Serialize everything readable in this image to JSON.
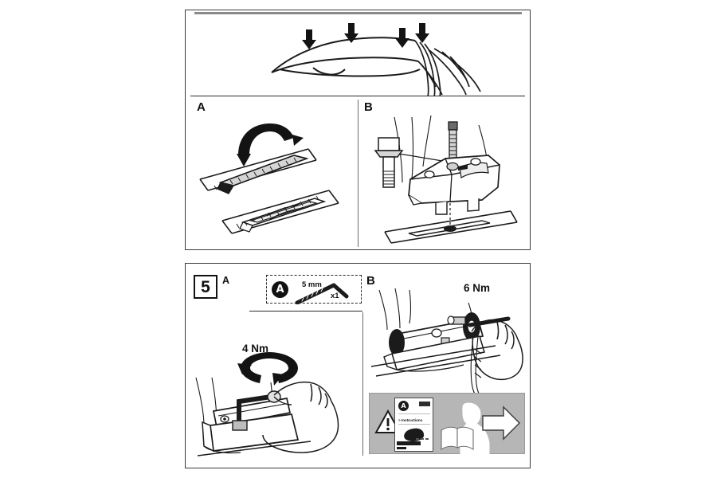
{
  "document": {
    "type": "roof-rack-mounting-instruction-sheet",
    "background_color": "#ffffff"
  },
  "top_frame": {
    "name": "vehicle-overview-and-steps-A-B",
    "sub_panels": [
      {
        "letter": "A",
        "name": "remove-rail-cover",
        "caption": ""
      },
      {
        "letter": "B",
        "name": "insert-bolt-into-rail",
        "caption": ""
      }
    ],
    "overview": {
      "name": "car-roof-mounting-points",
      "arrow_count": 4,
      "description": "Car roof outline viewed from front with four downward arrows marking mount positions"
    }
  },
  "bottom_frame": {
    "step_number": "5",
    "step_letter": "A",
    "tool_kit": {
      "badge_letter": "A",
      "size_label": "5 mm",
      "quantity_label": "x1",
      "tool_name": "allen-key-hex-wrench"
    },
    "panels": [
      {
        "letter": "A",
        "name": "tighten-centre-bolt",
        "torque_label": "4 Nm",
        "rotation": "clockwise"
      },
      {
        "letter": "B",
        "name": "tighten-side-bolt",
        "torque_label": "6 Nm",
        "rotation": "clockwise"
      }
    ],
    "warning_panel": {
      "name": "read-instructions-notice",
      "background_color": "#b6b6b6",
      "warning_icon": "warning-triangle-icon",
      "arrow_icon": "arrow-right-icon",
      "booklet": {
        "badge_letter": "A",
        "heading": "> Instructions"
      }
    }
  },
  "colors": {
    "line": "#1b1b1b",
    "frame_border": "#3b3b3b",
    "grey_bar": "#8a8a8a",
    "panel_grey": "#b6b6b6",
    "fill_light": "#d8d8d8"
  }
}
